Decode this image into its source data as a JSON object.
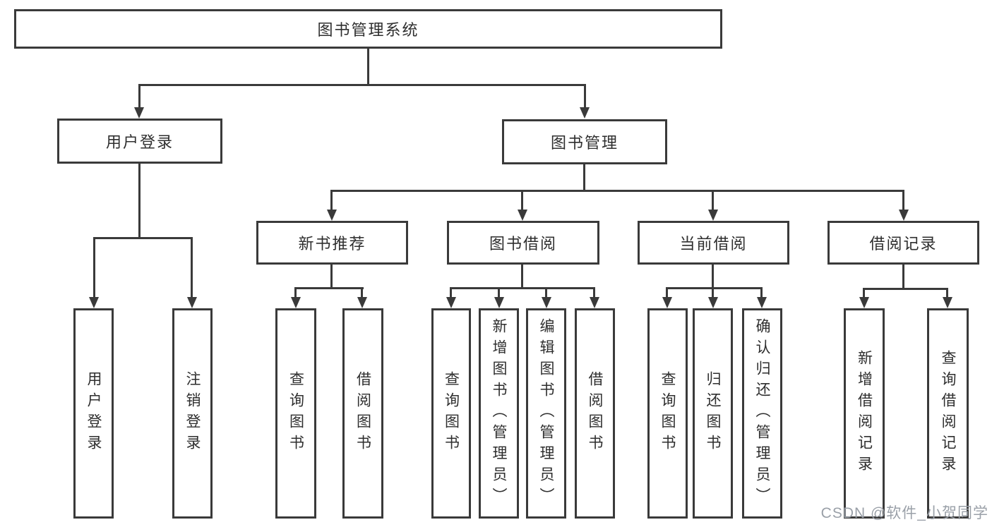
{
  "diagram_type": "hierarchy-tree",
  "tree": {
    "root": "图书管理系统",
    "branches": [
      {
        "label": "用户登录",
        "children": [
          "用户登录",
          "注销登录"
        ]
      },
      {
        "label": "图书管理",
        "groups": [
          {
            "label": "新书推荐",
            "children": [
              "查询图书",
              "借阅图书"
            ]
          },
          {
            "label": "图书借阅",
            "children": [
              "查询图书",
              "新增图书（管理员）",
              "编辑图书（管理员）",
              "借阅图书"
            ]
          },
          {
            "label": "当前借阅",
            "children": [
              "查询图书",
              "归还图书",
              "确认归还（管理员）"
            ]
          },
          {
            "label": "借阅记录",
            "children": [
              "新增借阅记录",
              "查询借阅记录"
            ]
          }
        ]
      }
    ]
  },
  "watermark": {
    "text": "CSDN @软件_小贺同学"
  },
  "colors": {
    "line": "#3a3a3a",
    "text": "#2e2e2e",
    "background": "#ffffff",
    "watermark": "#9aa0a8"
  }
}
